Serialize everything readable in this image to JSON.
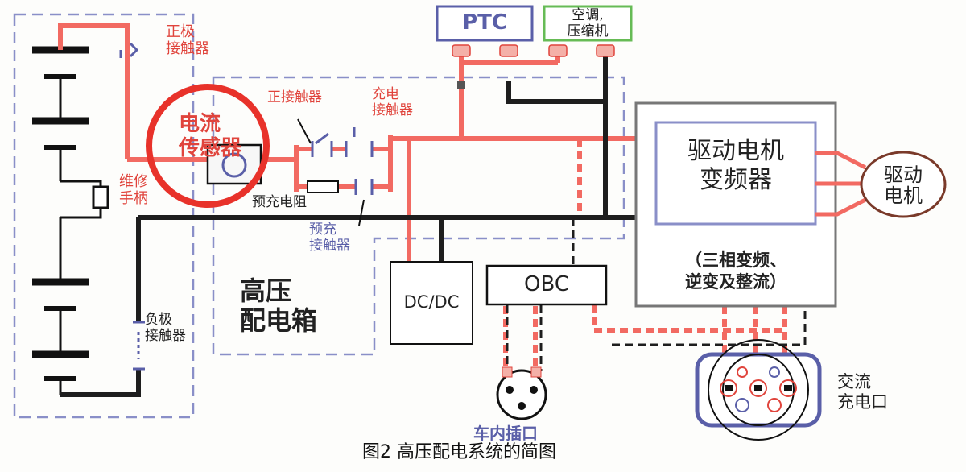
{
  "labels": {
    "positive_contactor": "正极\n接触器",
    "current_sensor": "电流\n传感器",
    "main_positive_contactor": "正接触器",
    "charge_contactor": "充电\n接触器",
    "service_plug": "维修\n手柄",
    "precharge_resistor": "预充电阻",
    "precharge_contactor": "预充\n接触器",
    "hv_distribution_box": "高压\n配电箱",
    "negative_contactor": "负极\n接触器",
    "ptc": "PTC",
    "ac_compressor": "空调,\n压缩机",
    "motor_inverter": "驱动电机\n变频器",
    "inverter_note": "（三相变频、\n逆变及整流）",
    "drive_motor": "驱动\n电机",
    "dcdc": "DC/DC",
    "obc": "OBC",
    "vehicle_socket": "车内插口",
    "ac_charge_port": "交流\n充电口",
    "caption": "图2 高压配电系统的简图"
  },
  "colors": {
    "hv_positive": "#f26a62",
    "hv_negative": "#1e1e1e",
    "dashed_outline": "#8a8fc8",
    "highlight_circle": "#e8322a",
    "ac_compressor_box": "#66bb55",
    "ptc_box": "#5a5fa8"
  }
}
